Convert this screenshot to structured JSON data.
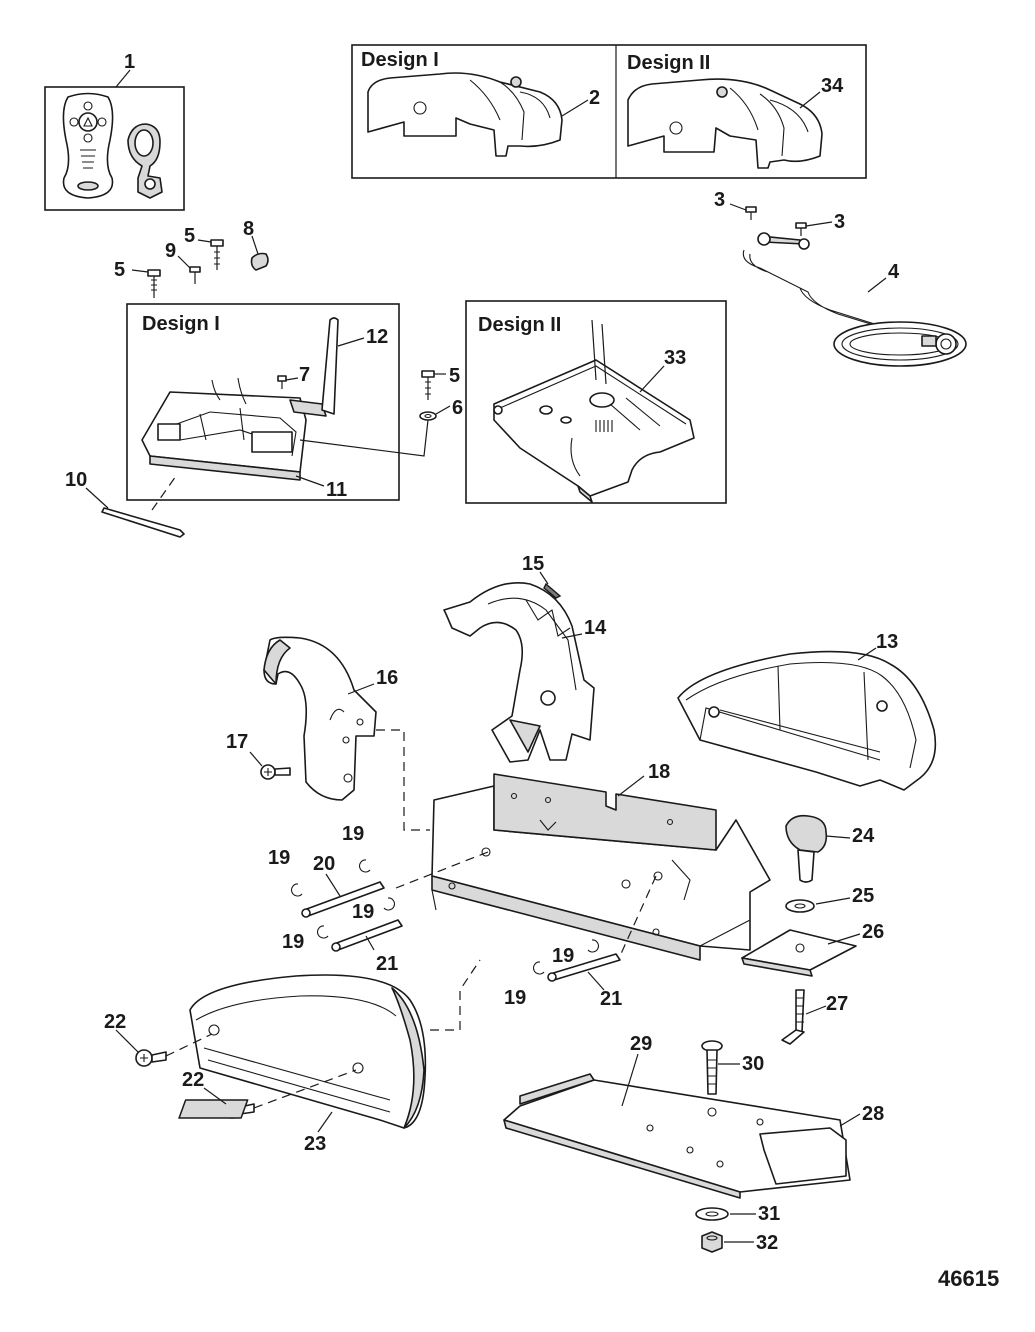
{
  "design_labels": {
    "cover_i": "Design I",
    "cover_ii": "Design II",
    "board_i": "Design I",
    "board_ii": "Design II"
  },
  "figure_id": "46615",
  "callouts": {
    "c1": "1",
    "c2": "2",
    "c3a": "3",
    "c3b": "3",
    "c4": "4",
    "c5a": "5",
    "c5b": "5",
    "c5c": "5",
    "c6": "6",
    "c7": "7",
    "c8": "8",
    "c9": "9",
    "c10": "10",
    "c11": "11",
    "c12": "12",
    "c13": "13",
    "c14": "14",
    "c15": "15",
    "c16": "16",
    "c17": "17",
    "c18": "18",
    "c19a": "19",
    "c19b": "19",
    "c19c": "19",
    "c19d": "19",
    "c19e": "19",
    "c19f": "19",
    "c20": "20",
    "c21a": "21",
    "c21b": "21",
    "c22a": "22",
    "c22b": "22",
    "c23": "23",
    "c24": "24",
    "c25": "25",
    "c26": "26",
    "c27": "27",
    "c28": "28",
    "c29": "29",
    "c30": "30",
    "c31": "31",
    "c32": "32",
    "c33": "33",
    "c34": "34"
  },
  "colors": {
    "line": "#1a1a1a",
    "shade": "#d9d9d9",
    "background": "#ffffff"
  }
}
